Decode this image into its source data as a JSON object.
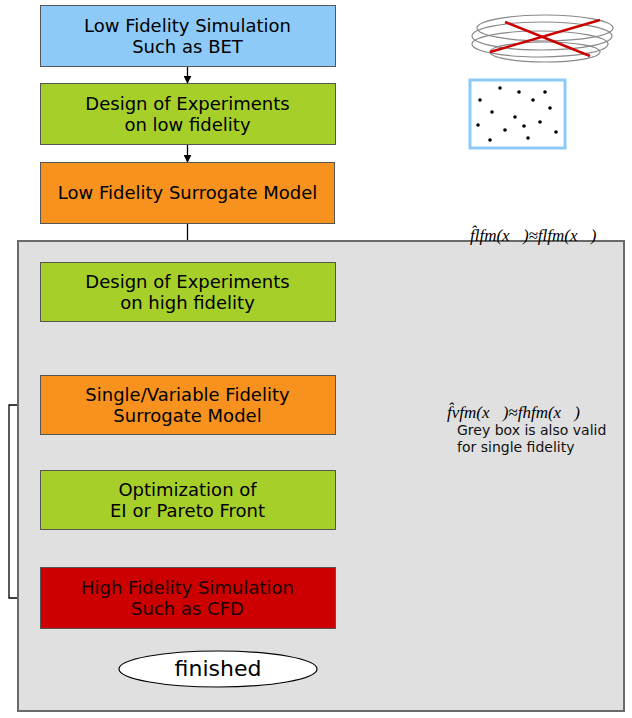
{
  "diagram": {
    "nodes": [
      {
        "text": [
          "Low Fidelity Simulation Such as BET"
        ]
      },
      {
        "text": [
          "Design of Experiments on low fidelity"
        ]
      },
      {
        "text": [
          "Low Fidelity Surrogate Model"
        ]
      },
      {
        "text": [
          "Grey box is also valid for single fidelity"
        ]
      },
      {
        "text": [
          "Design of Experiments on high fidelity"
        ],
        "in": 3
      },
      {
        "text": [
          "Single/Variable Fidelity Surrogate Model"
        ],
        "in": 3
      },
      {
        "text": [
          "Optimization of EI or Pareto Front"
        ],
        "in": 3
      },
      {
        "text": [
          "High Fidelity Simulation Such as CFD"
        ],
        "in": 3
      },
      {
        "text": [
          "finished"
        ],
        "in": 3
      }
    ],
    "edges": [
      {
        "from": 0,
        "to": 1,
        "arrow": "to"
      },
      {
        "from": 1,
        "to": 2,
        "arrow": "to"
      },
      {
        "from": 2,
        "to": 4,
        "arrow": "to"
      },
      {
        "from": 4,
        "to": 5,
        "arrow": "to"
      },
      {
        "from": 5,
        "to": 6,
        "arrow": "to"
      },
      {
        "from": 6,
        "to": 7,
        "arrow": "to"
      },
      {
        "from": 7,
        "to": 8,
        "arrow": "to"
      },
      {
        "from": 7,
        "to": 5,
        "arrow": "to"
      },
      {
        "from": 7,
        "to": 4,
        "arrow": "to"
      }
    ],
    "labels": [
      "f̂lfm(x⃗)≈flfm(x⃗)",
      "f̂vfm(x⃗)≈fhfm(x⃗)"
    ]
  }
}
